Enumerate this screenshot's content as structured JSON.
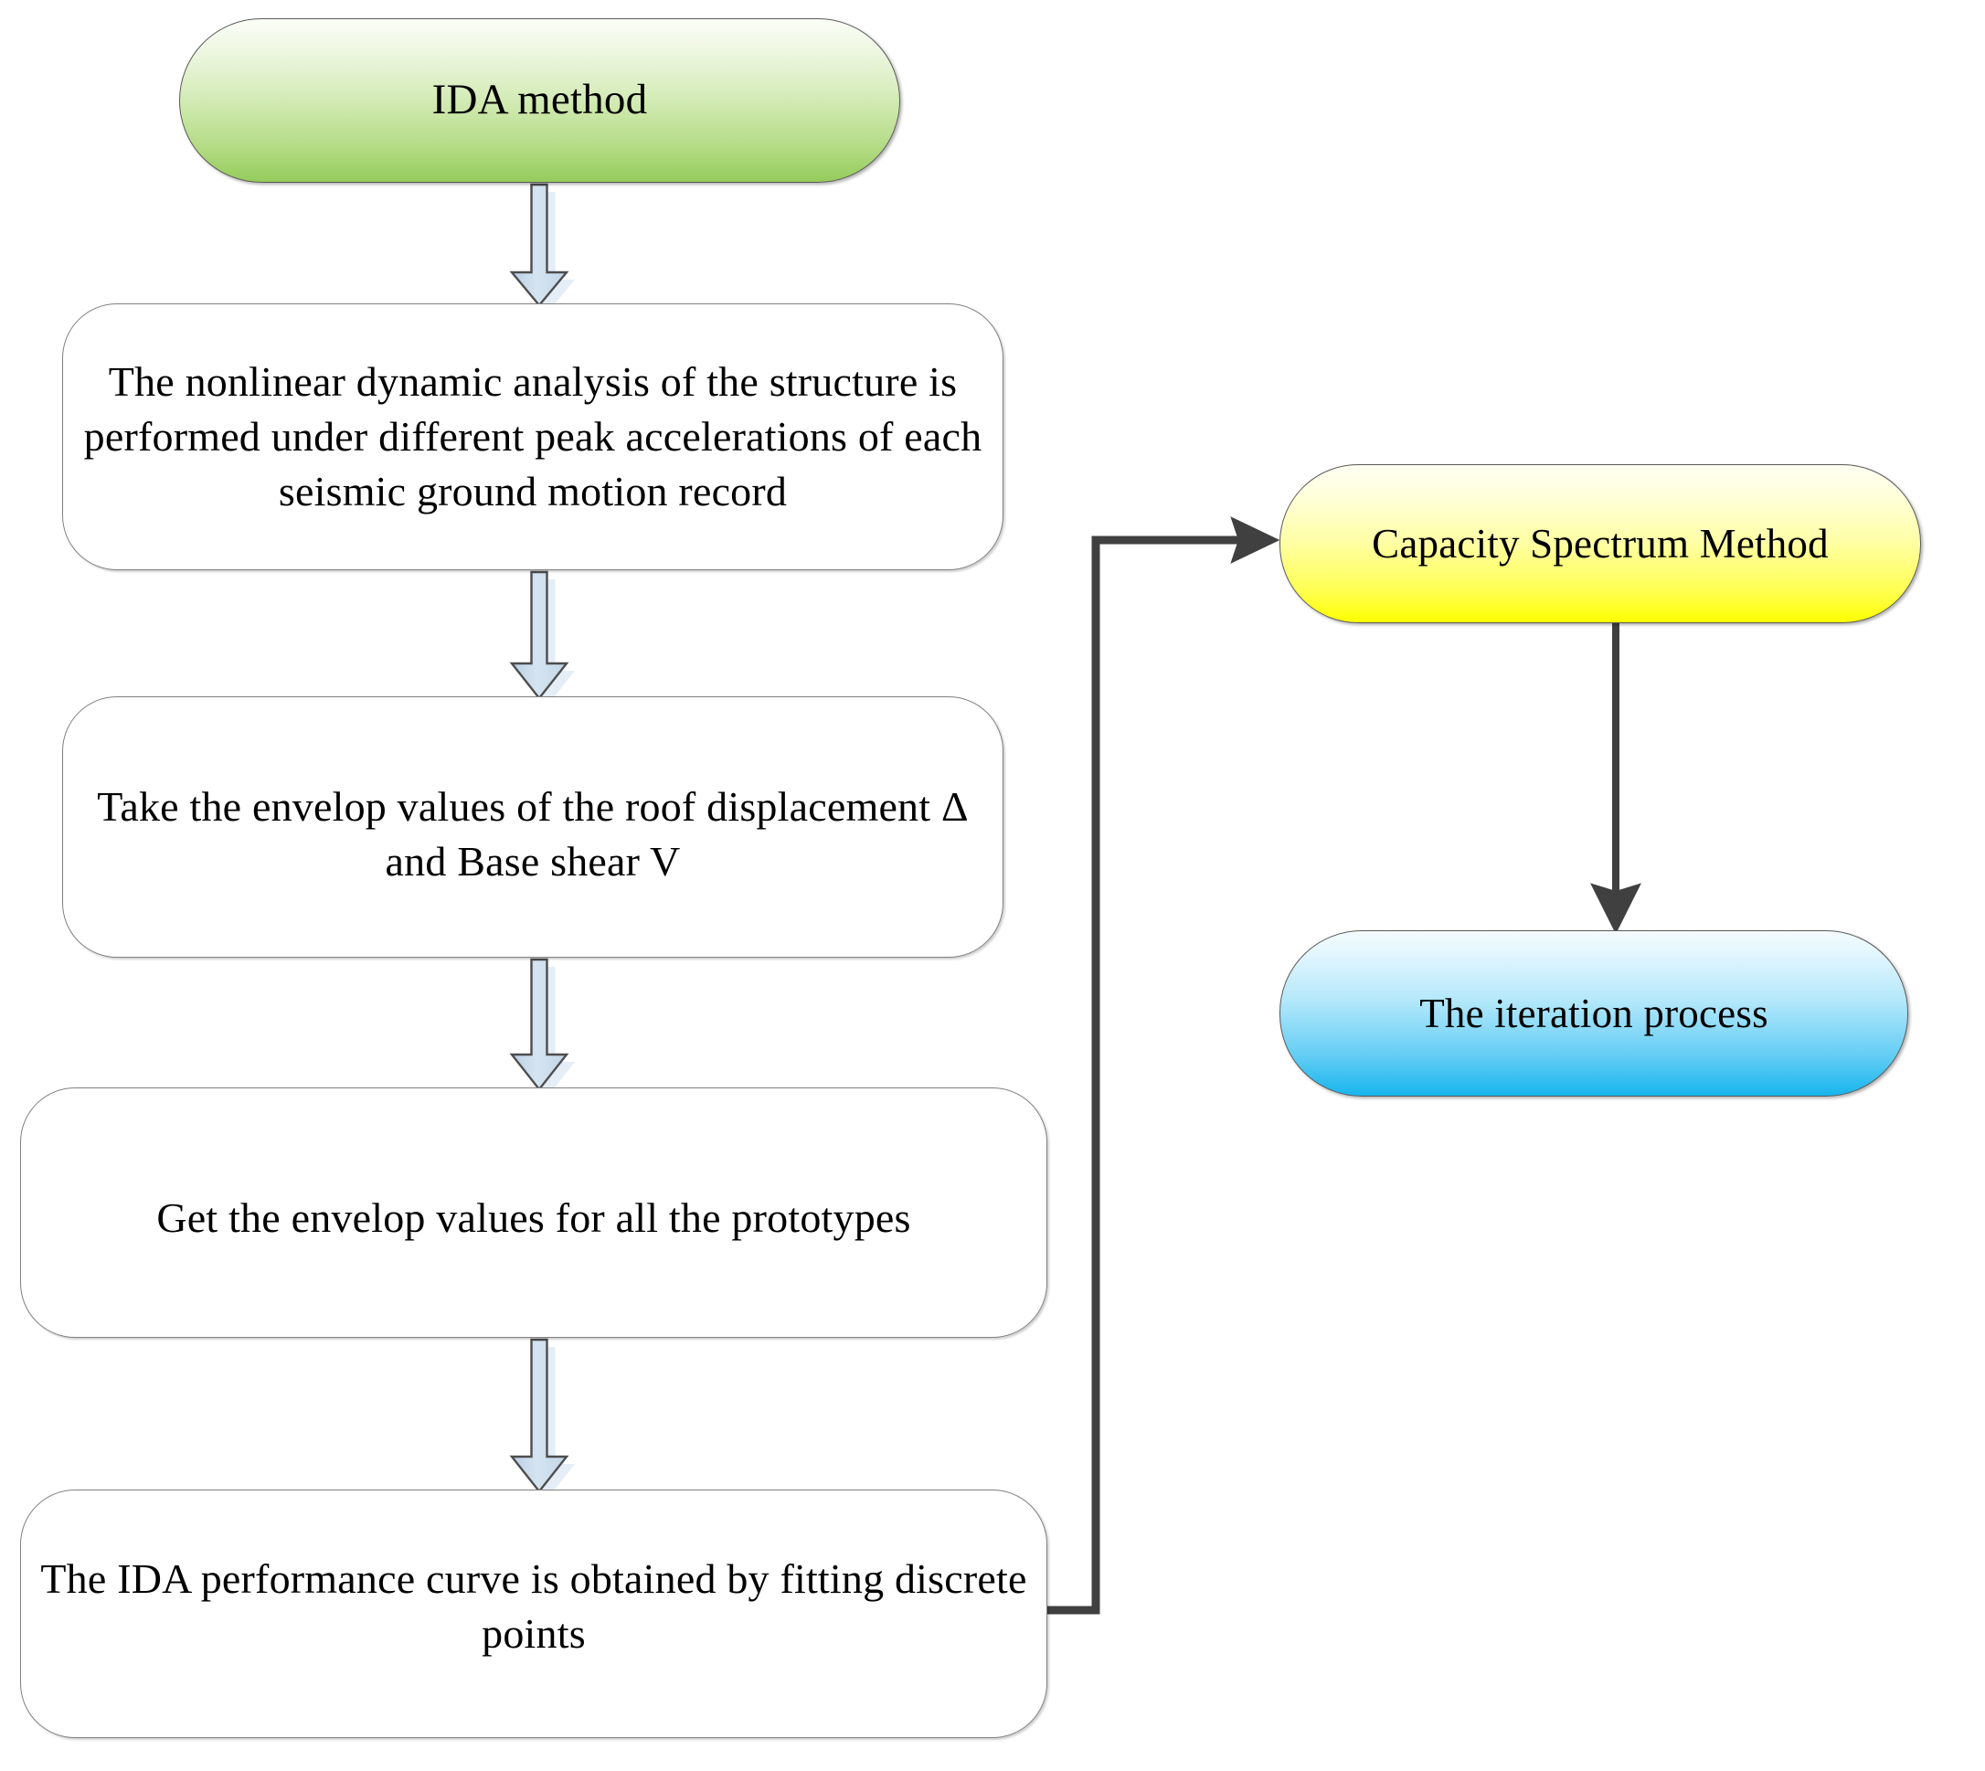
{
  "diagram": {
    "title": "IDA method flowchart",
    "type": "flowchart",
    "background": "#ffffff",
    "nodes": [
      {
        "id": "start",
        "name": "ida-method-node",
        "shape": "rounded-terminator",
        "label": "IDA method",
        "fill_top": "#fbfef7",
        "fill_bottom": "#95cc5c",
        "accent": "#95cc5c"
      },
      {
        "id": "p1",
        "name": "nonlinear-dynamic-analysis-node",
        "shape": "rounded-process",
        "label": "The nonlinear dynamic analysis of the structure is performed under different peak accelerations of each seismic ground motion record",
        "fill_top": "#ffffff",
        "fill_bottom": "#ffffff",
        "accent": "#808080"
      },
      {
        "id": "p2",
        "name": "envelop-values-roof-displacement-node",
        "shape": "rounded-process",
        "label": "Take the envelop values of the roof displacement Δ  and Base shear V",
        "fill_top": "#ffffff",
        "fill_bottom": "#ffffff",
        "accent": "#808080"
      },
      {
        "id": "p3",
        "name": "envelop-values-all-prototypes-node",
        "shape": "rounded-process",
        "label": "Get the envelop values for all the prototypes",
        "fill_top": "#ffffff",
        "fill_bottom": "#ffffff",
        "accent": "#808080"
      },
      {
        "id": "p4",
        "name": "ida-performance-curve-node",
        "shape": "rounded-process",
        "label": "The IDA performance curve is obtained by fitting discrete points",
        "fill_top": "#ffffff",
        "fill_bottom": "#ffffff",
        "accent": "#808080"
      },
      {
        "id": "csm",
        "name": "capacity-spectrum-method-node",
        "shape": "rounded-terminator",
        "label": "Capacity Spectrum Method",
        "fill_top": "#fffff3",
        "fill_bottom": "#ffff00",
        "accent": "#ffff00"
      },
      {
        "id": "iter",
        "name": "iteration-process-node",
        "shape": "rounded-terminator",
        "label": "The iteration process",
        "fill_top": "#f4fcff",
        "fill_bottom": "#17b5ed",
        "accent": "#17b5ed"
      }
    ],
    "connectors": [
      {
        "id": "a1",
        "name": "arrow-start-to-p1",
        "from": "start",
        "to": "p1",
        "style": "block-arrow-down",
        "color": "#c9dced",
        "outline": "#4d4d4d"
      },
      {
        "id": "a2",
        "name": "arrow-p1-to-p2",
        "from": "p1",
        "to": "p2",
        "style": "block-arrow-down",
        "color": "#c9dced",
        "outline": "#4d4d4d"
      },
      {
        "id": "a3",
        "name": "arrow-p2-to-p3",
        "from": "p2",
        "to": "p3",
        "style": "block-arrow-down",
        "color": "#c9dced",
        "outline": "#4d4d4d"
      },
      {
        "id": "a4",
        "name": "arrow-p3-to-p4",
        "from": "p3",
        "to": "p4",
        "style": "block-arrow-down",
        "color": "#c9dced",
        "outline": "#4d4d4d"
      },
      {
        "id": "a5",
        "name": "arrow-p4-to-csm",
        "from": "p4",
        "to": "csm",
        "style": "elbow-line-arrow",
        "color": "#404040",
        "outline": "#404040"
      },
      {
        "id": "a6",
        "name": "arrow-csm-to-iter",
        "from": "csm",
        "to": "iter",
        "style": "straight-line-arrow",
        "color": "#404040",
        "outline": "#404040"
      }
    ]
  }
}
